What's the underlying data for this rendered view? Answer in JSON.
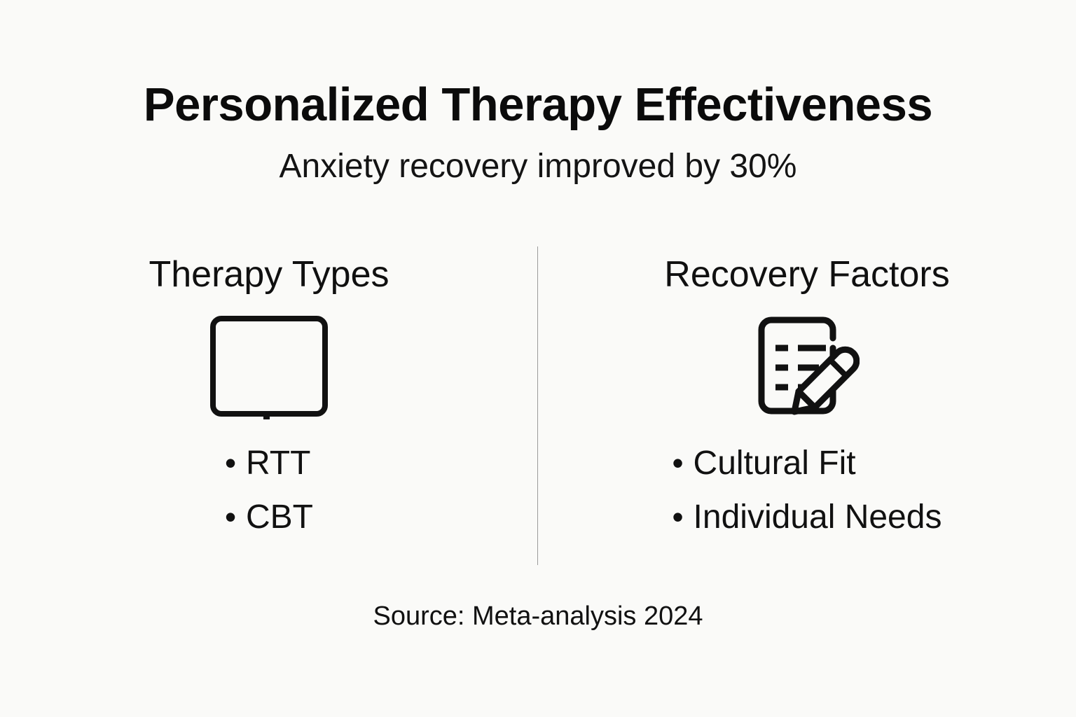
{
  "slide": {
    "background_color": "#fafaf8",
    "text_color": "#111111",
    "divider_color": "#9b9b9b"
  },
  "header": {
    "title": "Personalized Therapy Effectiveness",
    "subtitle": "Anxiety recovery improved by 30%"
  },
  "columns": [
    {
      "header": "Therapy Types",
      "icon": "monitor-icon",
      "bullets": [
        {
          "marker": "•",
          "label": "RTT"
        },
        {
          "marker": "•",
          "label": "CBT"
        }
      ]
    },
    {
      "header": "Recovery Factors",
      "icon": "note-edit-pencil-icon",
      "bullets": [
        {
          "marker": "•",
          "label": "Cultural Fit"
        },
        {
          "marker": "•",
          "label": "Individual Needs"
        }
      ]
    }
  ],
  "footer": {
    "source": "Source: Meta-analysis 2024"
  }
}
